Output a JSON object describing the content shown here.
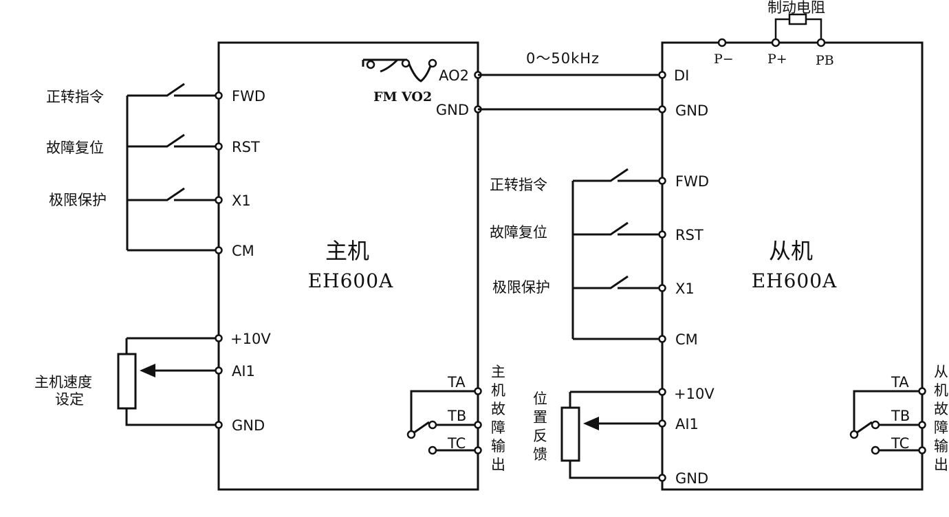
{
  "master": {
    "name": "主机",
    "model": "EH600A",
    "terminals": {
      "fwd": "FWD",
      "rst": "RST",
      "x1": "X1",
      "cm": "CM",
      "p10v": "+10V",
      "ai1": "AI1",
      "gnd_bottom": "GND",
      "ao2": "AO2",
      "gnd_top": "GND",
      "ta": "TA",
      "tb": "TB",
      "tc": "TC"
    },
    "jumper": {
      "fm": "FM",
      "vo2": "VO2"
    },
    "inputs": {
      "fwd_cmd": "正转指令",
      "reset": "故障复位",
      "limit": "极限保护"
    },
    "speed_setting_line1": "主机速度",
    "speed_setting_line2": "设定",
    "fault_output": [
      "主",
      "机",
      "故",
      "障",
      "输",
      "出"
    ]
  },
  "slave": {
    "name": "从机",
    "model": "EH600A",
    "terminals": {
      "di": "DI",
      "gnd_top": "GND",
      "fwd": "FWD",
      "rst": "RST",
      "x1": "X1",
      "cm": "CM",
      "p10v": "+10V",
      "ai1": "AI1",
      "gnd_bottom": "GND",
      "ta": "TA",
      "tb": "TB",
      "tc": "TC",
      "p_minus": "P−",
      "p_plus": "P+",
      "pb": "PB"
    },
    "inputs": {
      "fwd_cmd": "正转指令",
      "reset": "故障复位",
      "limit": "极限保护"
    },
    "feedback": [
      "位",
      "置",
      "反",
      "馈"
    ],
    "fault_output": [
      "从",
      "机",
      "故",
      "障",
      "输",
      "出"
    ],
    "brake_resistor": "制动电阻"
  },
  "link": {
    "frequency": "0～50kHz"
  }
}
